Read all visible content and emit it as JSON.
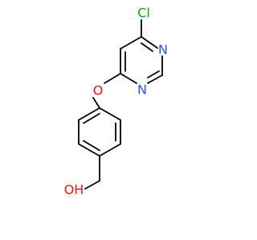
{
  "molecule": {
    "atoms": {
      "cl": {
        "label": "Cl",
        "color": "#00b000"
      },
      "n1": {
        "label": "N",
        "color": "#3050f8"
      },
      "n2": {
        "label": "N",
        "color": "#3050f8"
      },
      "o_ether": {
        "label": "O",
        "color": "#ff0d0d"
      },
      "oh": {
        "label": "OH",
        "color": "#ff0d0d"
      }
    },
    "bond_color": "#000000"
  }
}
